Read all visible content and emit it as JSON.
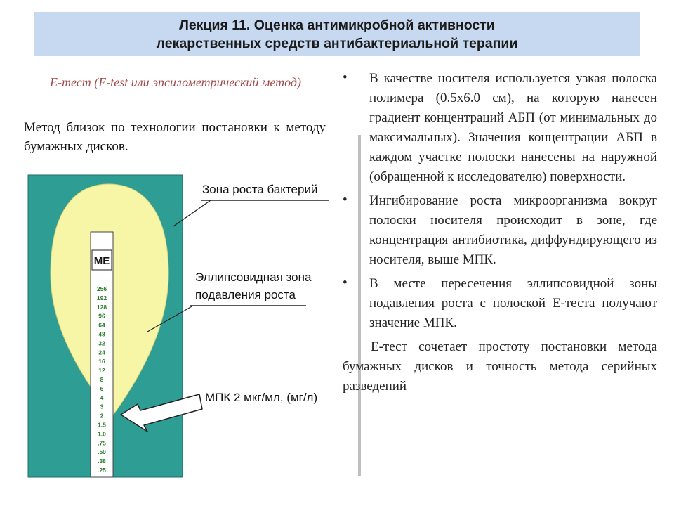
{
  "title": "Лекция 11. Оценка антимикробной активности\nлекарственных средств антибактериальной терапии",
  "subtitle": "Е-тест (E-test или эпсилометрический метод)",
  "intro": "Метод близок по технологии постановки к методу бумажных дисков.",
  "diagram": {
    "labels": {
      "growth_zone": "Зона роста бактерий",
      "ellipse_zone": "Эллипсовидная зона подавления роста",
      "mic": "МПК  2 мкг/мл,  (мг/л)",
      "strip_logo": "ME"
    },
    "scale": [
      "256",
      "192",
      "128",
      "96",
      "64",
      "48",
      "32",
      "24",
      "16",
      "12",
      "8",
      "6",
      "4",
      "3",
      "2",
      "1.5",
      "1.0",
      ".75",
      ".50",
      ".38",
      ".25"
    ],
    "colors": {
      "background": "#2e9d93",
      "ellipse": "#f7f5a6",
      "strip": "#ffffff"
    }
  },
  "bullets": [
    "В качестве носителя используется узкая полоска полимера (0.5х6.0 см), на которую нанесен градиент концентраций АБП (от минимальных до максимальных). Значения концентрации АБП в каждом участке полоски нанесены на наружной (обращенной к исследователю) поверхности.",
    "Ингибирование роста микроорганизма вокруг полоски носителя происходит в зоне, где концентрация антибиотика, диффундирующего из носителя, выше МПК.",
    "В месте пересечения эллипсовидной зоны подавления роста с полоской Е-теста получают значение МПК."
  ],
  "bullet_marker": "•",
  "conclusion": "Е-тест сочетает простоту постановки метода бумажных дисков и точность метода серийных разведений"
}
